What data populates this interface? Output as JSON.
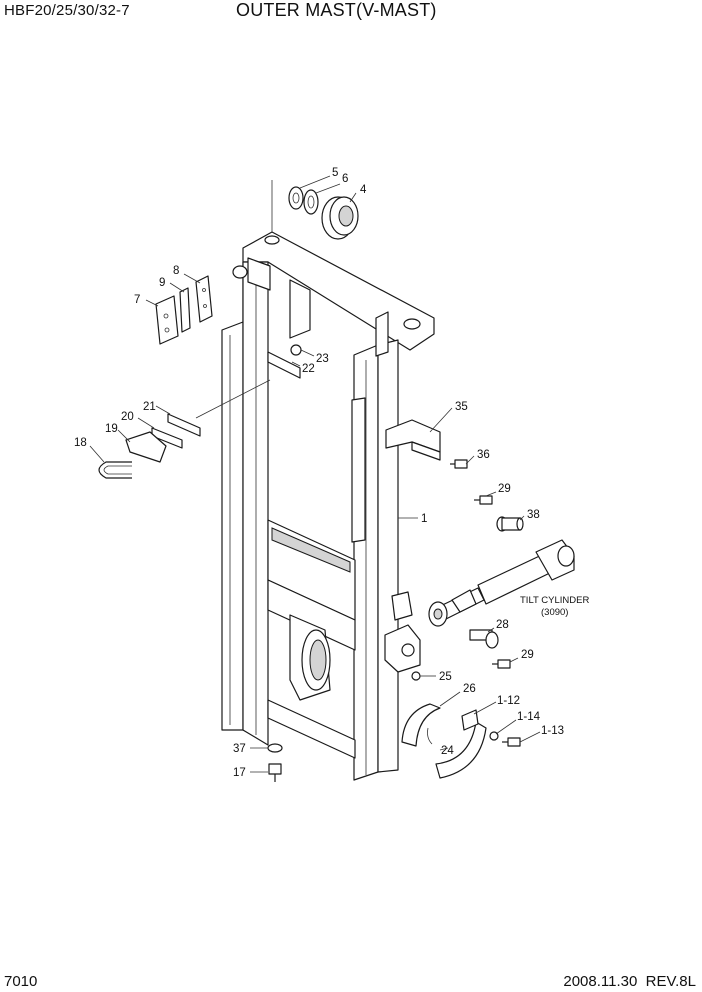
{
  "header": {
    "model": "HBF20/25/30/32-7",
    "title": "OUTER MAST(V-MAST)"
  },
  "footer": {
    "page": "7010",
    "date_rev": "2008.11.30  REV.8L"
  },
  "callouts": [
    "5",
    "6",
    "4",
    "8",
    "9",
    "7",
    "23",
    "22",
    "21",
    "20",
    "19",
    "18",
    "35",
    "36",
    "29",
    "38",
    "1",
    "28",
    "29",
    "25",
    "26",
    "1-12",
    "1-14",
    "1-13",
    "24",
    "37",
    "17"
  ],
  "note": {
    "line1": "TILT CYLINDER",
    "line2": "(3090)"
  }
}
